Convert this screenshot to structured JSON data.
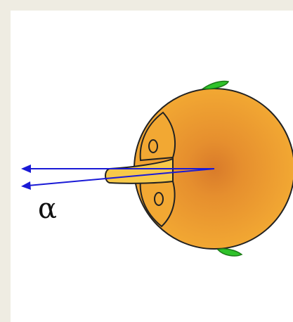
{
  "diagram": {
    "label_alpha": "α",
    "colors": {
      "background": "#efece2",
      "panel": "#ffffff",
      "body_outer": "#f2a833",
      "body_center": "#d97b2a",
      "outline": "#222222",
      "arrows": "#1a1ad6",
      "flagella": "#2fc22a",
      "tube_fill": "#f7c94a"
    },
    "icons": {
      "organism": "round-cell-diagram",
      "flagellum": "green-flagellum",
      "arrow": "blue-arrow"
    }
  }
}
